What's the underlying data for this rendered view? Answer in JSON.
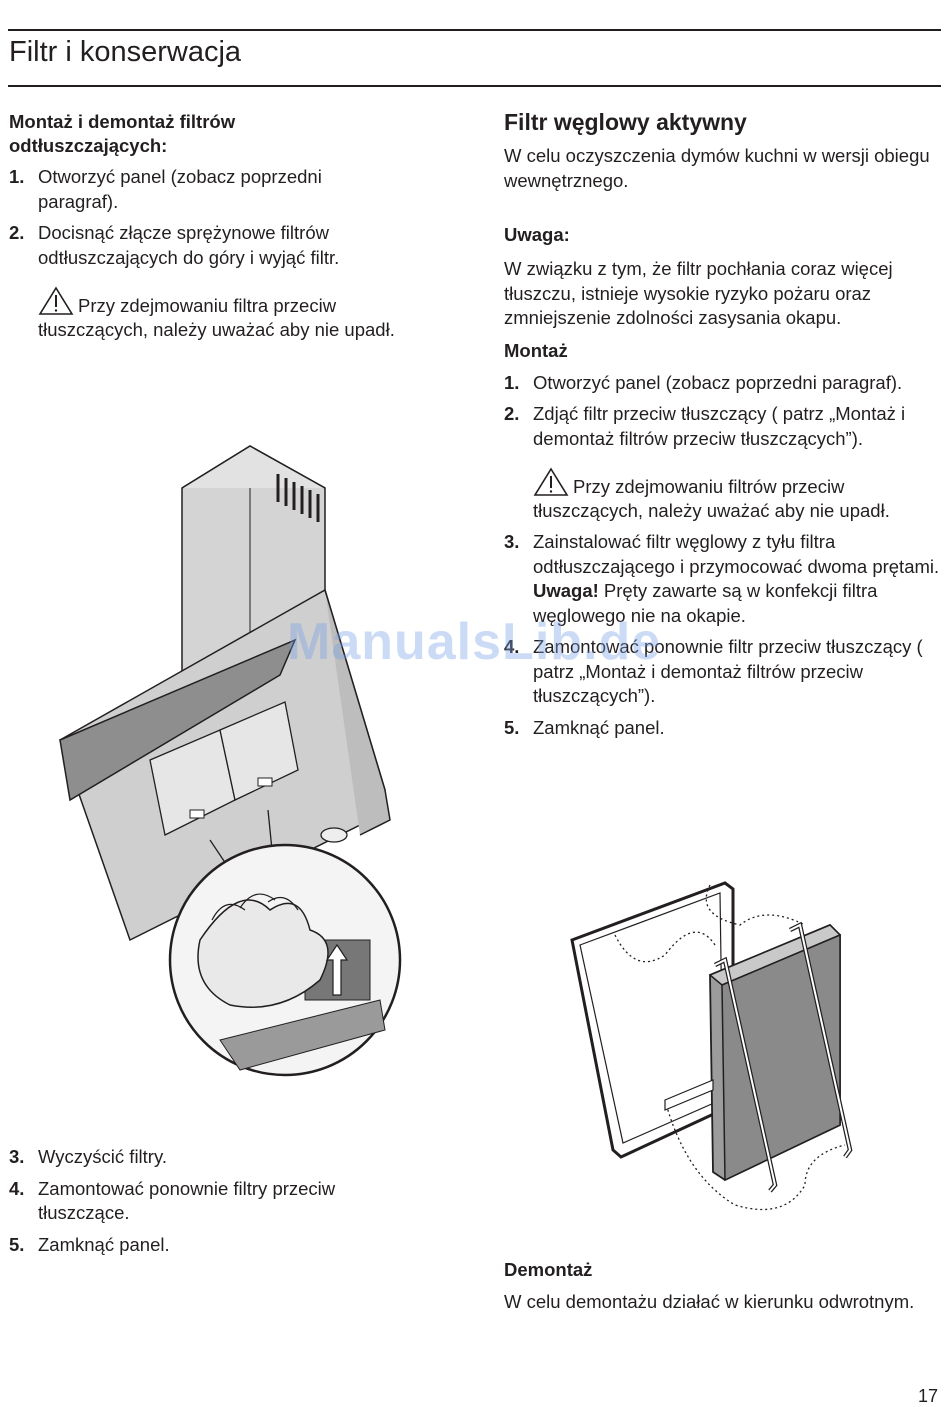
{
  "page": {
    "title": "Filtr i konserwacja",
    "page_number": "17",
    "watermark": "ManualsLib.de"
  },
  "left": {
    "heading_line1": "Montaż i demontaż filtrów",
    "heading_line2": "odtłuszczających:",
    "steps_top": [
      {
        "num": "1.",
        "text": "Otworzyć panel (zobacz poprzedni paragraf)."
      },
      {
        "num": "2.",
        "text": "Docisnąć złącze sprężynowe filtrów odtłuszczających do góry i wyjąć filtr."
      }
    ],
    "warning": "Przy zdejmowaniu filtra przeciw tłuszczących, należy uważać aby nie upadł.",
    "steps_bottom": [
      {
        "num": "3.",
        "text": "Wyczyścić filtry."
      },
      {
        "num": "4.",
        "text": "Zamontować ponownie filtry przeciw tłuszczące."
      },
      {
        "num": "5.",
        "text": "Zamknąć panel."
      }
    ]
  },
  "right": {
    "heading": "Filtr węglowy aktywny",
    "intro": "W celu oczyszczenia dymów kuchni w wersji obiegu wewnętrznego.",
    "note_heading": "Uwaga:",
    "note_text": "W związku z tym, że filtr pochłania coraz więcej tłuszczu, istnieje  wysokie ryzyko pożaru oraz zmniejszenie zdolności zasysania okapu.",
    "montaz_heading": "Montaż",
    "steps_a": [
      {
        "num": "1.",
        "text": "Otworzyć panel (zobacz poprzedni paragraf)."
      },
      {
        "num": "2.",
        "text": "Zdjąć filtr przeciw tłuszczący ( patrz „Montaż i demontaż filtrów przeciw tłuszczących”)."
      }
    ],
    "warning": "Przy zdejmowaniu filtrów przeciw tłuszczących, należy uważać aby nie upadł.",
    "step3": {
      "num": "3.",
      "before": "Zainstalować filtr węglowy z tyłu filtra odtłuszczającego i przymocować dwoma prętami. ",
      "bold": "Uwaga!",
      "after": " Pręty zawarte są w konfekcji filtra węglowego nie na okapie."
    },
    "steps_b": [
      {
        "num": "4.",
        "text": "Zamontować ponownie filtr przeciw tłuszczący ( patrz „Montaż i demontaż filtrów przeciw tłuszczących”)."
      },
      {
        "num": "5.",
        "text": "Zamknąć panel."
      }
    ],
    "demontaz_heading": "Demontaż",
    "demontaz_text": "W celu demontażu działać w kierunku odwrotnym."
  }
}
